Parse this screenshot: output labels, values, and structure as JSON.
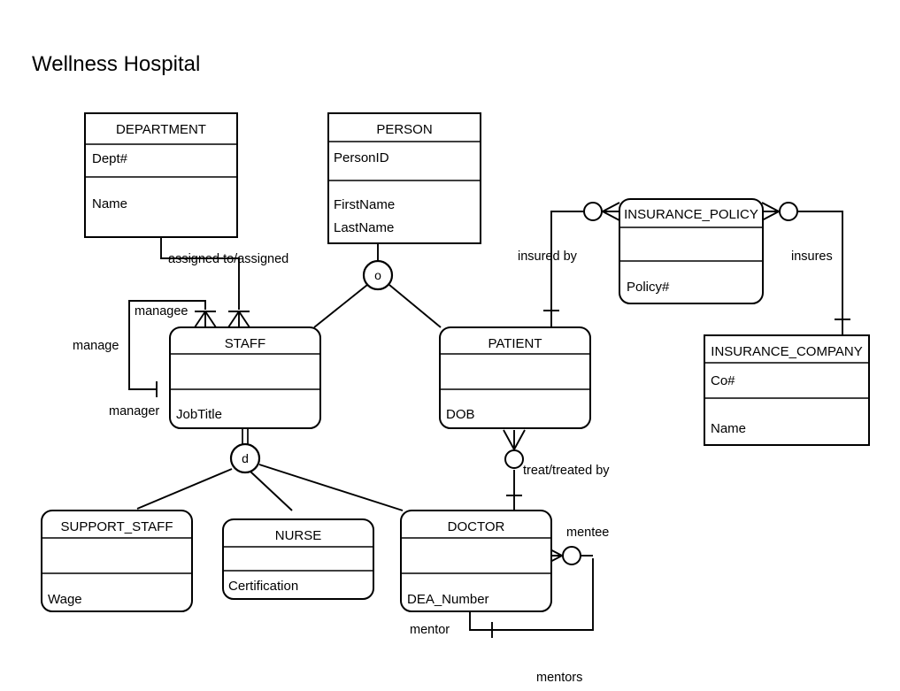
{
  "page": {
    "title": "Wellness Hospital",
    "background_color": "#ffffff",
    "line_color": "#000000",
    "diagram_type": "entity-relationship-diagram",
    "notation": "crows-foot"
  },
  "entities": [
    {
      "id": "department",
      "name": "DEPARTMENT",
      "weak": false,
      "key_attributes": [
        "Dept#"
      ],
      "attributes": [
        "Name"
      ]
    },
    {
      "id": "person",
      "name": "PERSON",
      "weak": false,
      "key_attributes": [
        "PersonID"
      ],
      "attributes": [
        "FirstName",
        "LastName"
      ]
    },
    {
      "id": "insurance_policy",
      "name": "INSURANCE_POLICY",
      "weak": true,
      "key_attributes": [],
      "attributes": [
        "Policy#"
      ]
    },
    {
      "id": "insurance_company",
      "name": "INSURANCE_COMPANY",
      "weak": false,
      "key_attributes": [
        "Co#"
      ],
      "attributes": [
        "Name"
      ]
    },
    {
      "id": "staff",
      "name": "STAFF",
      "weak": true,
      "key_attributes": [],
      "attributes": [
        "JobTitle"
      ]
    },
    {
      "id": "patient",
      "name": "PATIENT",
      "weak": true,
      "key_attributes": [],
      "attributes": [
        "DOB"
      ]
    },
    {
      "id": "support_staff",
      "name": "SUPPORT_STAFF",
      "weak": true,
      "key_attributes": [],
      "attributes": [
        "Wage"
      ]
    },
    {
      "id": "nurse",
      "name": "NURSE",
      "weak": true,
      "key_attributes": [],
      "attributes": [
        "Certification"
      ]
    },
    {
      "id": "doctor",
      "name": "DOCTOR",
      "weak": true,
      "key_attributes": [],
      "attributes": [
        "DEA_Number"
      ]
    }
  ],
  "relationships": [
    {
      "id": "assigned",
      "label": "assigned to/assigned",
      "from": "department",
      "to": "staff"
    },
    {
      "id": "manage",
      "label": "manage",
      "from": "staff",
      "to": "staff",
      "role_from": "manager",
      "role_to": "managee"
    },
    {
      "id": "insured_by",
      "label": "insured by",
      "from": "patient",
      "to": "insurance_policy"
    },
    {
      "id": "insures",
      "label": "insures",
      "from": "insurance_policy",
      "to": "insurance_company"
    },
    {
      "id": "treat",
      "label": "treat/treated by",
      "from": "patient",
      "to": "doctor"
    },
    {
      "id": "mentors",
      "label": "mentors",
      "from": "doctor",
      "to": "doctor",
      "role_from": "mentor",
      "role_to": "mentee"
    }
  ],
  "specializations": [
    {
      "id": "person-spec",
      "marker": "o",
      "type": "overlapping",
      "superclass": "person",
      "subclasses": [
        "staff",
        "patient"
      ]
    },
    {
      "id": "staff-spec",
      "marker": "d",
      "type": "disjoint",
      "superclass": "staff",
      "subclasses": [
        "support_staff",
        "nurse",
        "doctor"
      ]
    }
  ],
  "labels": {
    "assigned_to_assigned": "assigned to/assigned",
    "manage": "manage",
    "manager": "manager",
    "managee": "managee",
    "insured_by": "insured by",
    "insures": "insures",
    "treat_treated_by": "treat/treated by",
    "mentor": "mentor",
    "mentee": "mentee",
    "mentors": "mentors",
    "spec_overlapping": "o",
    "spec_disjoint": "d"
  }
}
